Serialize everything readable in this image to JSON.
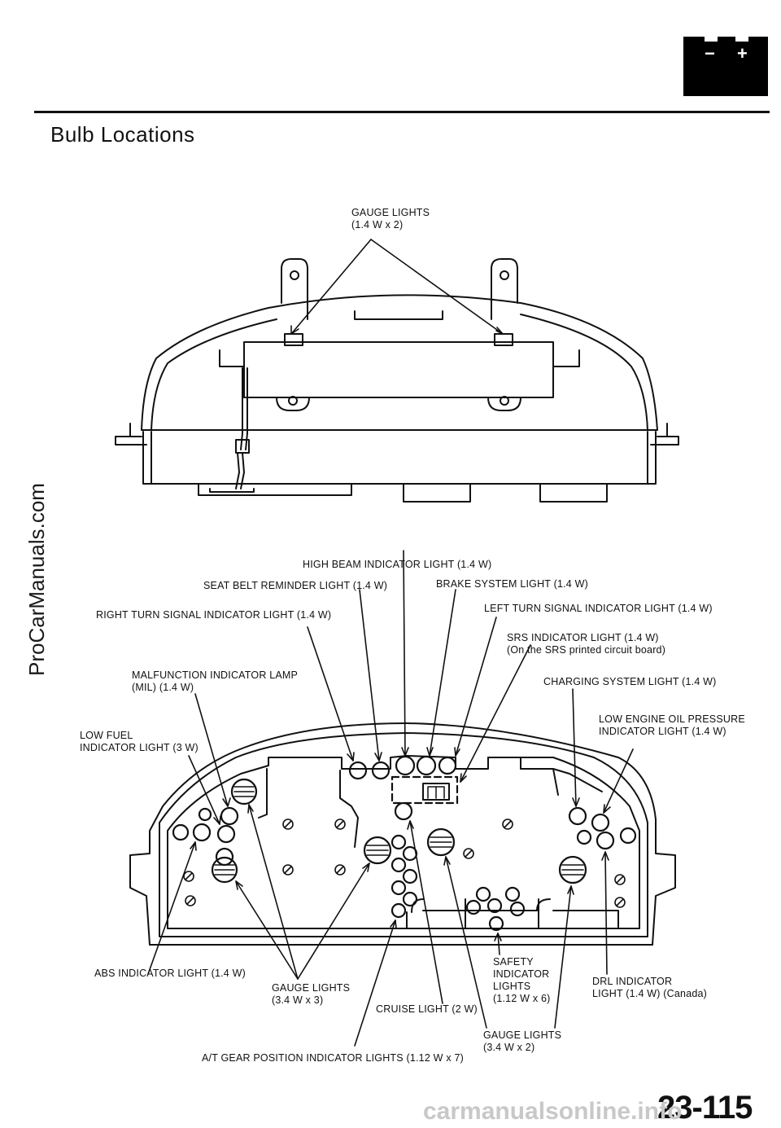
{
  "header": {
    "title": "Bulb Locations",
    "battery_icon": "battery-icon",
    "battery_minus": "−",
    "battery_plus": "+"
  },
  "top_callouts": {
    "gauge_lights_top": "GAUGE LIGHTS\n(1.4 W x 2)"
  },
  "callouts": {
    "high_beam": "HIGH BEAM INDICATOR LIGHT (1.4 W)",
    "seat_belt": "SEAT BELT REMINDER LIGHT (1.4 W)",
    "brake_system": "BRAKE SYSTEM LIGHT (1.4 W)",
    "left_turn": "LEFT TURN SIGNAL INDICATOR LIGHT (1.4 W)",
    "right_turn": "RIGHT TURN SIGNAL INDICATOR LIGHT (1.4 W)",
    "srs": "SRS INDICATOR LIGHT (1.4 W)\n(On the SRS printed circuit board)",
    "mil": "MALFUNCTION INDICATOR LAMP\n(MIL) (1.4 W)",
    "charging": "CHARGING SYSTEM LIGHT (1.4 W)",
    "low_oil": "LOW ENGINE OIL PRESSURE\nINDICATOR LIGHT (1.4 W)",
    "low_fuel": "LOW FUEL\nINDICATOR LIGHT (3 W)",
    "abs": "ABS INDICATOR LIGHT (1.4 W)",
    "gauge_3": "GAUGE LIGHTS\n(3.4 W x 3)",
    "safety": "SAFETY\nINDICATOR\nLIGHTS\n(1.12 W x 6)",
    "drl": "DRL INDICATOR\nLIGHT (1.4 W) (Canada)",
    "cruise": "CRUISE LIGHT (2 W)",
    "gauge_2": "GAUGE LIGHTS\n(3.4 W x 2)",
    "at_gear": "A/T GEAR POSITION INDICATOR LIGHTS (1.12 W x 7)"
  },
  "footer": {
    "page_number": "23-115",
    "watermark_left": "ProCarManuals.com",
    "watermark_bottom": "carmanualsonline.info"
  }
}
